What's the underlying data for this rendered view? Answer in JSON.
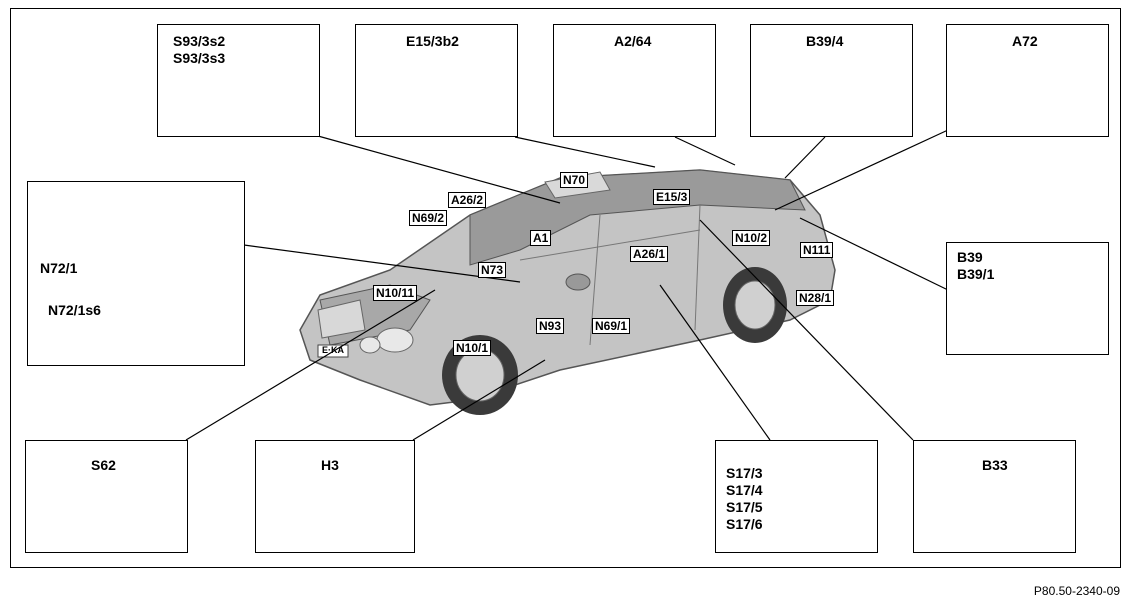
{
  "boxes": {
    "s93": [
      "S93/3s2",
      "S93/3s3"
    ],
    "e15_3b2": "E15/3b2",
    "a2_64": "A2/64",
    "b39_4": "B39/4",
    "a72": "A72",
    "n72_1": "N72/1",
    "n72_1s6": "N72/1s6",
    "b39": [
      "B39",
      "B39/1"
    ],
    "s62": "S62",
    "h3": "H3",
    "s17": [
      "S17/3",
      "S17/4",
      "S17/5",
      "S17/6"
    ],
    "b33": "B33"
  },
  "car_tags": {
    "n70": "N70",
    "e15_3": "E15/3",
    "a26_2": "A26/2",
    "n69_2": "N69/2",
    "a1": "A1",
    "n73": "N73",
    "n10_11": "N10/11",
    "n93": "N93",
    "a26_1": "A26/1",
    "n69_1": "N69/1",
    "n10_1": "N10/1",
    "n10_2": "N10/2",
    "n111": "N111",
    "n28_1": "N28/1"
  },
  "plate": "E·KA",
  "caption": "P80.50-2340-09",
  "colors": {
    "line": "#000000",
    "car_body": "#b8b8b8",
    "component": "#8a8a8a"
  }
}
